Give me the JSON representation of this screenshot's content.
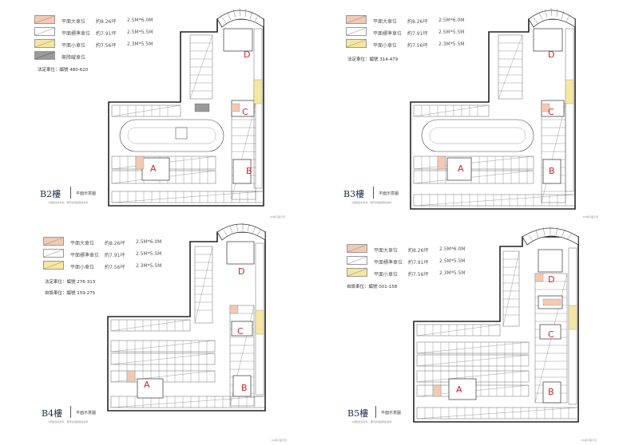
{
  "legend_colors": {
    "large": "#f2c9b3",
    "standard": "#ffffff",
    "small": "#f5e7a0",
    "bike": "#999999"
  },
  "floors": [
    {
      "id": "B2",
      "title": "B2樓",
      "subtitle": "平面示意圖",
      "footnote": "※圖面僅供參考，實際依相關圖說為準",
      "bottom_right": "B2樓平面示意",
      "legend": [
        {
          "name": "平面大車位",
          "size": "約8.26坪",
          "dim": "2.5M*6.0M",
          "swatch": "large"
        },
        {
          "name": "平面標準車位",
          "size": "約7.91坪",
          "dim": "2.5M*5.5M",
          "swatch": "standard"
        },
        {
          "name": "平面小車位",
          "size": "約7.56坪",
          "dim": "2.3M*5.5M",
          "swatch": "small"
        },
        {
          "name": "無障礙車位",
          "size": "",
          "dim": "",
          "swatch": "bike"
        }
      ],
      "notes": [
        "法定車位：編號 480-620"
      ],
      "marks": [
        "A",
        "B",
        "C",
        "D"
      ]
    },
    {
      "id": "B3",
      "title": "B3樓",
      "subtitle": "平面示意圖",
      "footnote": "※圖面僅供參考，實際依相關圖說為準",
      "bottom_right": "B3樓平面示意",
      "legend": [
        {
          "name": "平面大車位",
          "size": "約8.26坪",
          "dim": "2.5M*6.0M",
          "swatch": "large"
        },
        {
          "name": "平面標準車位",
          "size": "約7.91坪",
          "dim": "2.5M*5.5M",
          "swatch": "standard"
        },
        {
          "name": "平面小車位",
          "size": "約7.56坪",
          "dim": "2.3M*5.5M",
          "swatch": "small"
        }
      ],
      "notes": [
        "法定車位：編號 314-479"
      ],
      "marks": [
        "A",
        "B",
        "C",
        "D"
      ]
    },
    {
      "id": "B4",
      "title": "B4樓",
      "subtitle": "平面示意圖",
      "footnote": "※圖面僅供參考，實際依相關圖說為準",
      "bottom_right": "B4樓平面示意",
      "legend": [
        {
          "name": "平面大車位",
          "size": "約8.26坪",
          "dim": "2.5M*6.0M",
          "swatch": "large"
        },
        {
          "name": "平面標準車位",
          "size": "約7.91坪",
          "dim": "2.5M*5.5M",
          "swatch": "standard"
        },
        {
          "name": "平面小車位",
          "size": "約7.56坪",
          "dim": "2.3M*5.5M",
          "swatch": "small"
        }
      ],
      "notes": [
        "法定車位：編號 276-313",
        "自設車位：編號 159-275"
      ],
      "marks": [
        "A",
        "B",
        "C",
        "D"
      ]
    },
    {
      "id": "B5",
      "title": "B5樓",
      "subtitle": "平面示意圖",
      "footnote": "※圖面僅供參考，實際依相關圖說為準",
      "bottom_right": "B5樓平面示意",
      "legend": [
        {
          "name": "平面大車位",
          "size": "約8.26坪",
          "dim": "2.5M*6.0M",
          "swatch": "large"
        },
        {
          "name": "平面標準車位",
          "size": "約7.91坪",
          "dim": "2.5M*5.5M",
          "swatch": "standard"
        },
        {
          "name": "平面小車位",
          "size": "約7.56坪",
          "dim": "2.3M*5.5M",
          "swatch": "small"
        }
      ],
      "notes": [
        "自設車位：編號 001-158"
      ],
      "marks": [
        "A",
        "B",
        "C",
        "D"
      ]
    }
  ]
}
